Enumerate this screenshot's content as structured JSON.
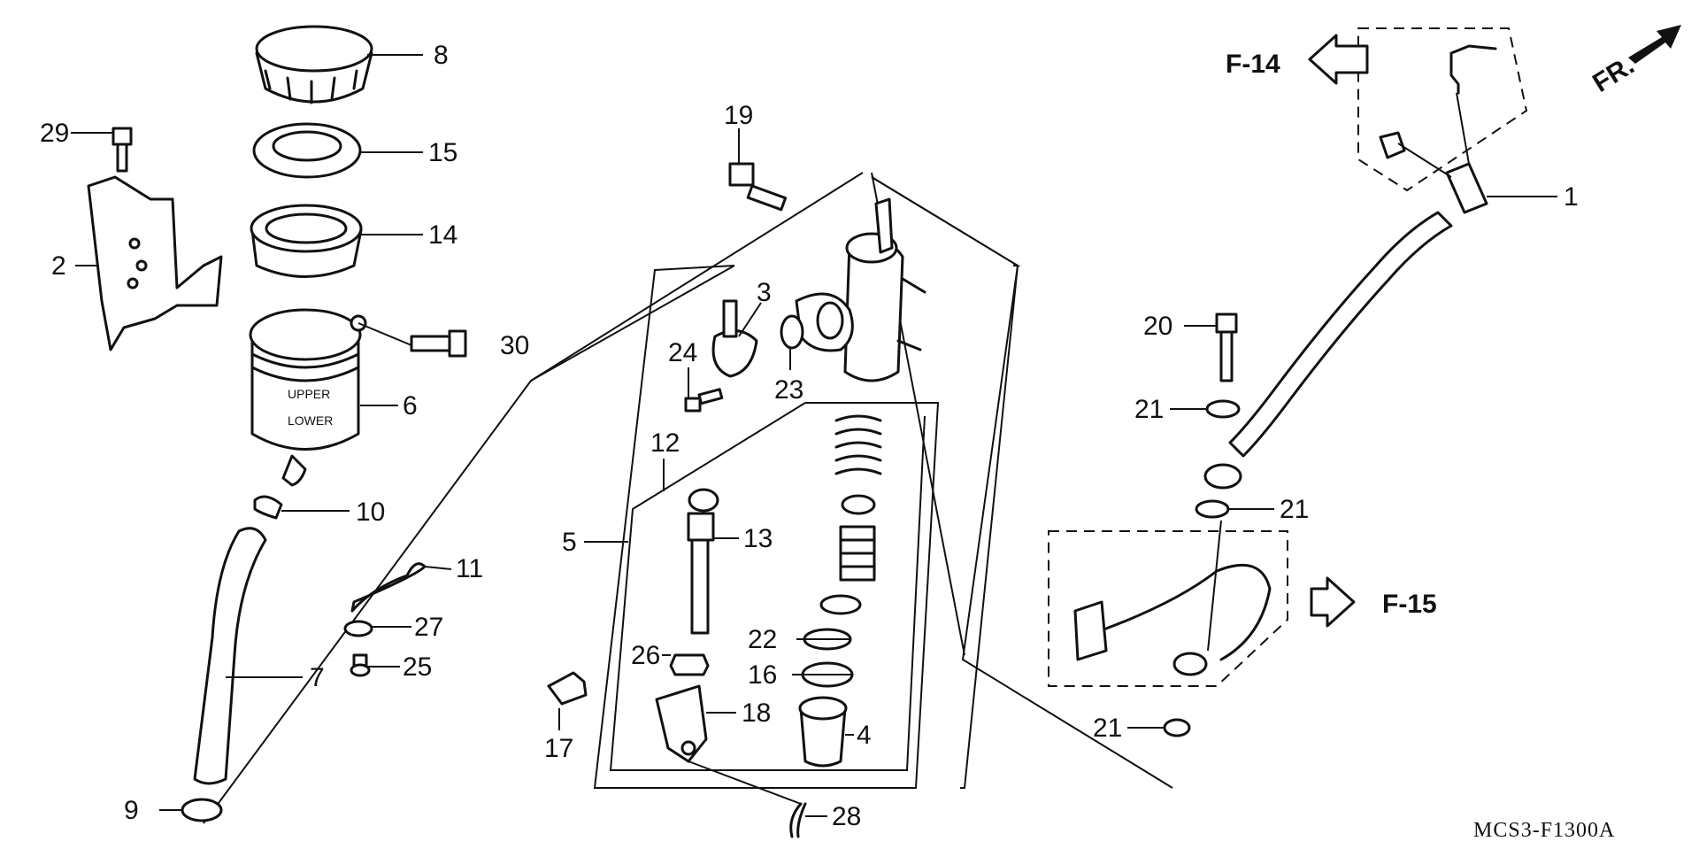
{
  "callouts": [
    "1",
    "2",
    "3",
    "4",
    "5",
    "6",
    "7",
    "8",
    "9",
    "10",
    "11",
    "12",
    "13",
    "14",
    "15",
    "16",
    "17",
    "18",
    "19",
    "20",
    "21",
    "21",
    "21",
    "22",
    "23",
    "24",
    "25",
    "26",
    "27",
    "28",
    "29",
    "30"
  ],
  "refs": {
    "f14": "F-14",
    "f15": "F-15",
    "front": "FR."
  },
  "reservoir_marks": {
    "upper": "UPPER",
    "lower": "LOWER"
  },
  "diagram_code": "MCS3-F1300A"
}
